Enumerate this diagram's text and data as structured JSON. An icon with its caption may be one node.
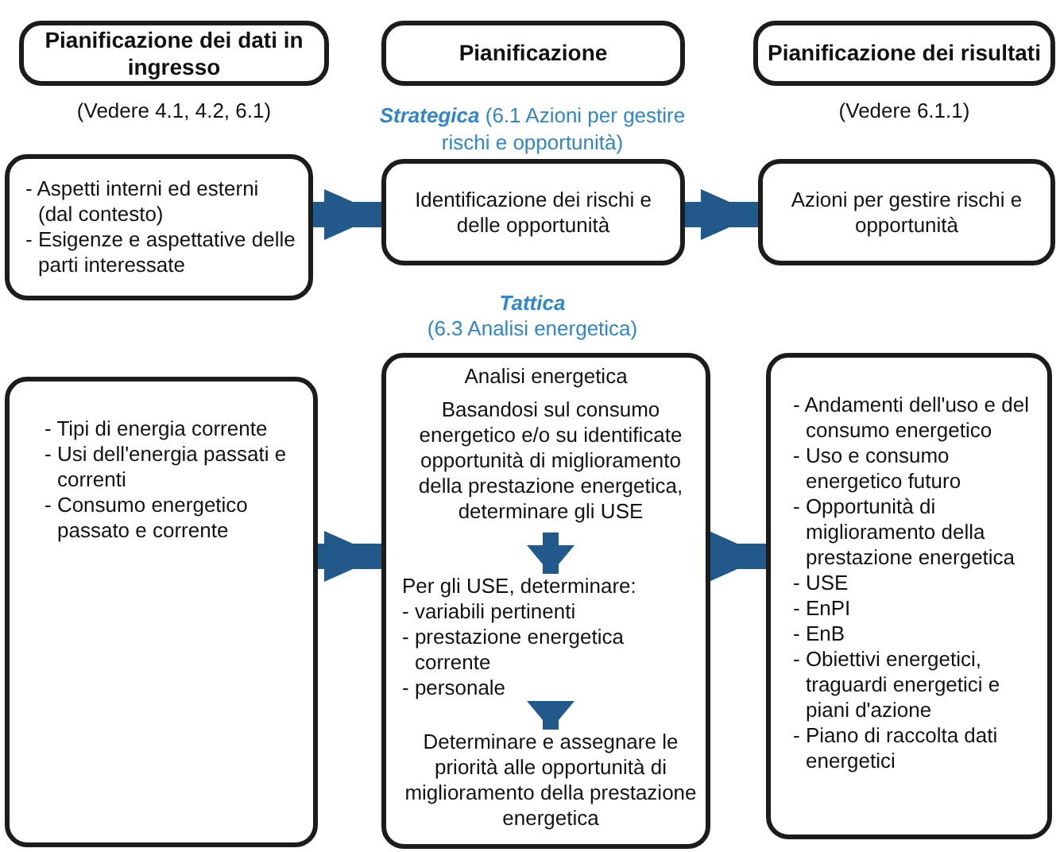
{
  "diagram": {
    "nodes": [
      {
        "text": [
          "Pianificazione dei dati in ingresso"
        ],
        "beside": [
          "(Vedere 4.1, 4.2, 6.1)"
        ]
      },
      {
        "text": [
          "Pianificazione"
        ]
      },
      {
        "text": [
          "Pianificazione dei risultati"
        ],
        "beside": [
          "(Vedere 6.1.1)"
        ]
      },
      {
        "text": [
          "- Aspetti interni ed esterni (dal contesto)",
          "- Esigenze e aspettative delle parti interessate"
        ]
      },
      {
        "text": [
          "Identificazione dei rischi e delle opportunità"
        ]
      },
      {
        "text": [
          "Azioni per gestire rischi e opportunità"
        ]
      },
      {
        "text": [
          "- Tipi di energia corrente",
          "- Usi dell'energia passati e correnti",
          "- Consumo energetico passato e corrente"
        ]
      },
      {
        "text": [
          "Analisi energetica"
        ]
      },
      {
        "text": [
          "Basandosi sul consumo energetico e/o su identificate opportunità di miglioramento della prestazione energetica, determinare gli USE"
        ],
        "in": 7
      },
      {
        "text": [
          "Per gli USE, determinare:",
          "- variabili pertinenti",
          "- prestazione energetica corrente",
          "- personale"
        ],
        "in": 7
      },
      {
        "text": [
          "Determinare e assegnare le priorità alle opportunità di miglioramento della prestazione energetica"
        ],
        "in": 7
      },
      {
        "text": [
          "- Andamenti dell'uso e del consumo energetico",
          "- Uso e consumo energetico futuro",
          "- Opportunità di miglioramento della prestazione energetica",
          "- USE",
          "- EnPI",
          "- EnB",
          "- Obiettivi energetici, traguardi energetici e piani d'azione",
          "- Piano di raccolta dati energetici"
        ]
      }
    ],
    "edges": [
      {
        "from": 3,
        "to": 4,
        "arrow": "to"
      },
      {
        "from": 4,
        "to": 5,
        "arrow": "to"
      },
      {
        "from": 6,
        "to": 7,
        "arrow": "to"
      },
      {
        "from": 7,
        "to": 11,
        "arrow": "to"
      },
      {
        "from": 8,
        "to": 9,
        "arrow": "to"
      },
      {
        "from": 9,
        "to": 10,
        "arrow": "to"
      }
    ],
    "labels": [
      "**Strategica** (6.1 Azioni per gestire rischi e opportunità)",
      "Tattica",
      "(6.3 Analisi energetica)"
    ]
  }
}
